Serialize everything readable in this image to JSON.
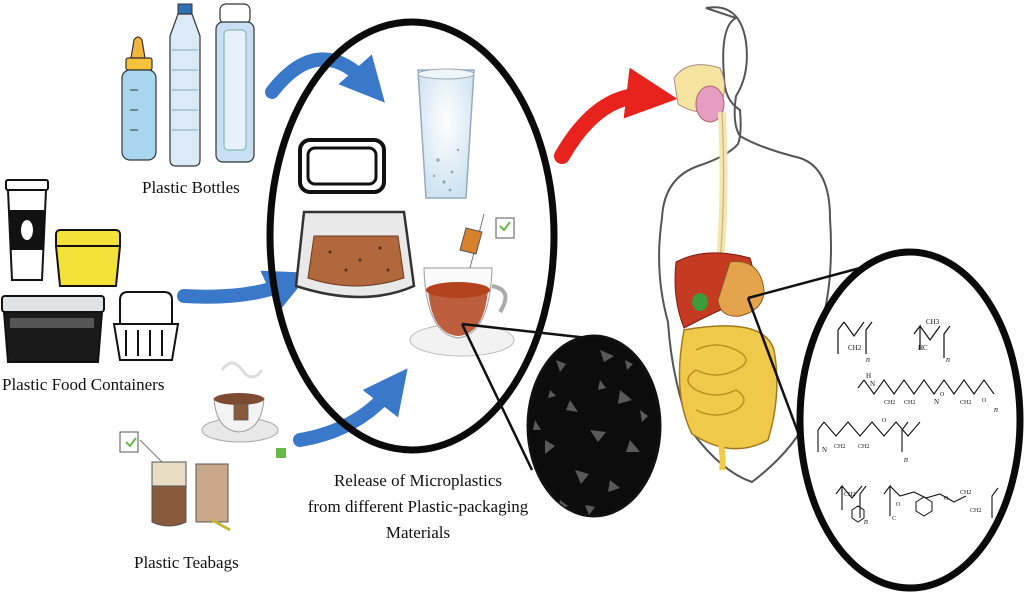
{
  "labels": {
    "bottles": "Plastic Bottles",
    "food_containers": "Plastic Food Containers",
    "teabags": "Plastic Teabags"
  },
  "release_caption": {
    "line1": "Release of Microplastics",
    "line2": "from different Plastic-packaging",
    "line3": "Materials"
  },
  "chemistry": {
    "subscript_n": "n",
    "ch2": "CH2",
    "hc": "HC",
    "ch3": "CH3",
    "n_atom": "N",
    "h_atom": "H",
    "o_atom": "O",
    "c_atom": "C"
  },
  "colors": {
    "blue_arrow": "#3a78c9",
    "red_arrow": "#e8231d",
    "circle_stroke": "#0a0a0a",
    "tea": "#b2431c",
    "stomach": "#e4a44e",
    "liver": "#c43a22",
    "intestine": "#f0c84a",
    "container_yellow": "#f4e23a"
  },
  "icons": [
    "baby-bottle-icon",
    "water-bottle-icon",
    "sport-bottle-icon",
    "coffee-cup-icon",
    "yellow-box-icon",
    "black-container-icon",
    "clear-container-icon",
    "tea-cup-icon",
    "teabag-icon",
    "water-glass-icon",
    "foil-tray-icon",
    "lid-icon",
    "human-body-icon",
    "microplastic-particles-icon",
    "polymer-structures-icon"
  ]
}
